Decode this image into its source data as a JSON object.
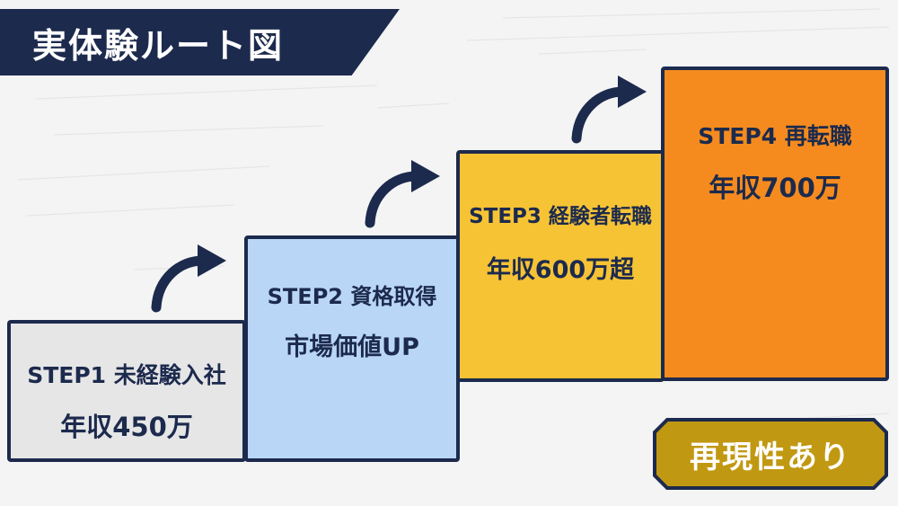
{
  "title": "実体験ルート図",
  "steps": [
    {
      "label": "STEP1 未経験入社",
      "value": "年収450万",
      "color": "#e6e6e6"
    },
    {
      "label": "STEP2 資格取得",
      "value": "市場価値UP",
      "color": "#b9d6f7"
    },
    {
      "label": "STEP3 経験者転職",
      "value": "年収600万超",
      "color": "#f6c335"
    },
    {
      "label": "STEP4 再転職",
      "value": "年収700万",
      "color": "#f58b1f"
    }
  ],
  "badge": "再現性あり",
  "colors": {
    "navy": "#1c2a4d",
    "gold": "#c19812",
    "background": "#f4f4f4"
  },
  "icons": [
    "curved-arrow-icon"
  ]
}
